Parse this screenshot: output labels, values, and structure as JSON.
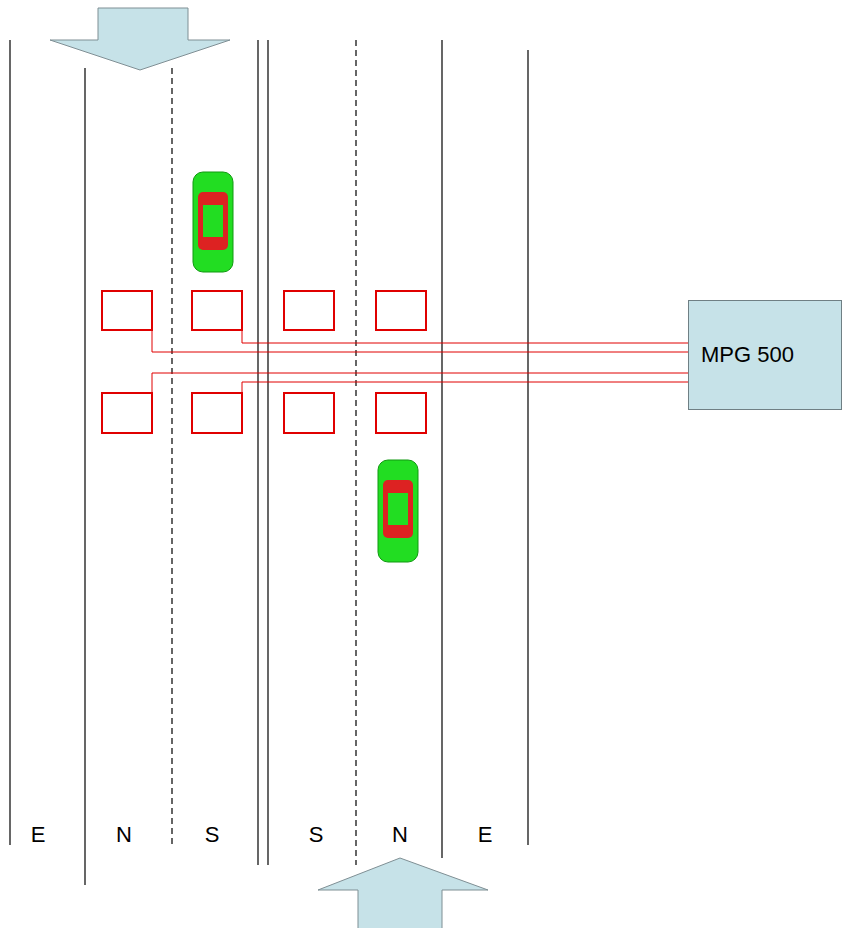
{
  "diagram": {
    "nodes": [
      {
        "text": [
          "MPG 500"
        ]
      }
    ],
    "labels": [
      "E",
      "N",
      "S",
      "S",
      "N",
      "E"
    ]
  }
}
